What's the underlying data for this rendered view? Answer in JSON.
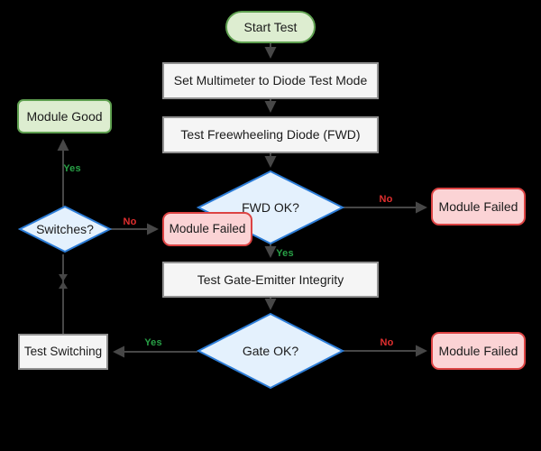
{
  "palette": {
    "canvas_bg": "#000000",
    "process_fill": "#f5f5f5",
    "process_border": "#919191",
    "green_fill": "#ddedd0",
    "green_border": "#5fa050",
    "blue_fill": "#e4f1fd",
    "blue_border": "#2d7dd7",
    "red_fill": "#fbd3d5",
    "red_border": "#dc4343",
    "edge": "#474747",
    "yes": "#28a046",
    "no": "#e12f2f",
    "text": "#1b1b1b"
  },
  "nodes": {
    "start": {
      "label": "Start Test",
      "type": "terminator"
    },
    "set_mode": {
      "label": "Set Multimeter to Diode Test Mode",
      "type": "process"
    },
    "test_fwd": {
      "label": "Test Freewheeling Diode (FWD)",
      "type": "process"
    },
    "fwd_ok": {
      "label": "FWD OK?",
      "type": "decision"
    },
    "module_failed_fwd": {
      "label": "Module Failed",
      "type": "result-fail"
    },
    "test_gate": {
      "label": "Test Gate-Emitter Integrity",
      "type": "process"
    },
    "gate_ok": {
      "label": "Gate OK?",
      "type": "decision"
    },
    "module_failed_gate": {
      "label": "Module Failed",
      "type": "result-fail"
    },
    "test_switching": {
      "label": "Test Switching",
      "type": "process"
    },
    "switches_ok": {
      "label": "Switches?",
      "type": "decision"
    },
    "module_failed_switches": {
      "label": "Module Failed",
      "type": "result-fail"
    },
    "module_good": {
      "label": "Module Good",
      "type": "result-pass"
    }
  },
  "edge_labels": {
    "fwd_no": "No",
    "fwd_yes": "Yes",
    "gate_no": "No",
    "gate_yes": "Yes",
    "switches_no": "No",
    "switches_yes": "Yes"
  }
}
